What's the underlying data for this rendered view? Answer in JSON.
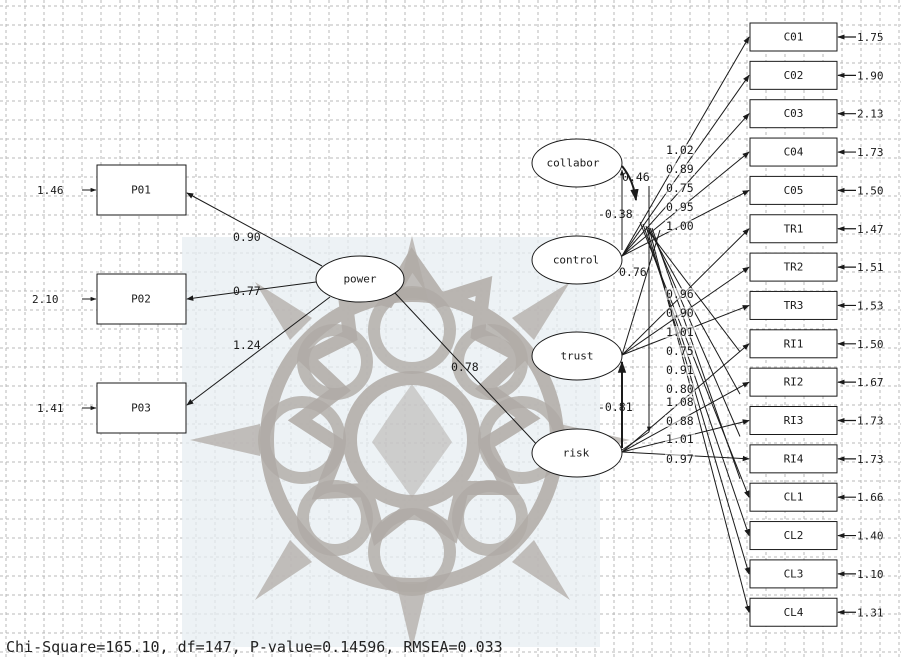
{
  "observed": {
    "P01": {
      "label": "P01",
      "error": "1.46"
    },
    "P02": {
      "label": "P02",
      "error": "2.10"
    },
    "P03": {
      "label": "P03",
      "error": "1.41"
    },
    "C01": {
      "label": "C01",
      "error": "1.75"
    },
    "C02": {
      "label": "C02",
      "error": "1.90"
    },
    "C03": {
      "label": "C03",
      "error": "2.13"
    },
    "C04": {
      "label": "C04",
      "error": "1.73"
    },
    "C05": {
      "label": "C05",
      "error": "1.50"
    },
    "TR1": {
      "label": "TR1",
      "error": "1.47"
    },
    "TR2": {
      "label": "TR2",
      "error": "1.51"
    },
    "TR3": {
      "label": "TR3",
      "error": "1.53"
    },
    "RI1": {
      "label": "RI1",
      "error": "1.50"
    },
    "RI2": {
      "label": "RI2",
      "error": "1.67"
    },
    "RI3": {
      "label": "RI3",
      "error": "1.73"
    },
    "RI4": {
      "label": "RI4",
      "error": "1.73"
    },
    "CL1": {
      "label": "CL1",
      "error": "1.66"
    },
    "CL2": {
      "label": "CL2",
      "error": "1.40"
    },
    "CL3": {
      "label": "CL3",
      "error": "1.10"
    },
    "CL4": {
      "label": "CL4",
      "error": "1.31"
    }
  },
  "latent": {
    "power": "power",
    "collabor": "collabor",
    "control": "control",
    "trust": "trust",
    "risk": "risk"
  },
  "loadings": {
    "power_P01": "0.90",
    "power_P02": "0.77",
    "power_P03": "1.24",
    "c_1": "1.02",
    "c_2": "0.89",
    "c_3": "0.75",
    "c_4": "0.95",
    "c_5": "1.00",
    "t_1": "0.96",
    "t_2": "0.90",
    "t_3": "1.01",
    "r_1": "0.75",
    "r_2": "0.91",
    "r_3": "0.80",
    "r_4": "1.08",
    "r_5": "0.88",
    "r_6": "1.01",
    "r_7": "0.97"
  },
  "structural": {
    "power_risk": "0.78",
    "collabor_control": "0.46",
    "collabor_trust": "-0.38",
    "control_risk": "0.76",
    "risk_trust": "-0.81"
  },
  "fit": "Chi-Square=165.10, df=147, P-value=0.14596, RMSEA=0.033",
  "colors": {
    "grid": "#b8b8b8",
    "watermark": "#b0aba6",
    "watermark_bg": "#e7edf2",
    "line": "#1a1a1a"
  }
}
